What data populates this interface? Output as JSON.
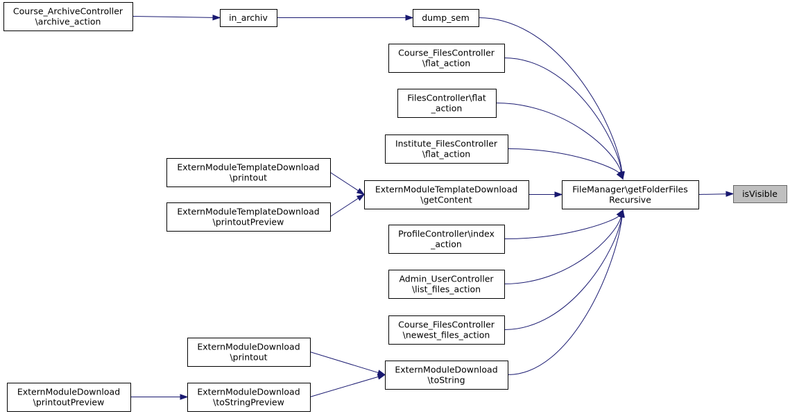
{
  "nodes": {
    "course_archive": [
      "Course_ArchiveController",
      "\\archive_action"
    ],
    "in_archiv": [
      "in_archiv"
    ],
    "dump_sem": [
      "dump_sem"
    ],
    "course_files_flat": [
      "Course_FilesController",
      "\\flat_action"
    ],
    "files_flat": [
      "FilesController\\flat",
      "_action"
    ],
    "institute_flat": [
      "Institute_FilesController",
      "\\flat_action"
    ],
    "emt_printout": [
      "ExternModuleTemplateDownload",
      "\\printout"
    ],
    "emt_getcontent": [
      "ExternModuleTemplateDownload",
      "\\getContent"
    ],
    "emt_printoutpreview": [
      "ExternModuleTemplateDownload",
      "\\printoutPreview"
    ],
    "fm_getfolder": [
      "FileManager\\getFolderFiles",
      "Recursive"
    ],
    "isvisible": [
      "isVisible"
    ],
    "profile_index": [
      "ProfileController\\index",
      "_action"
    ],
    "admin_list": [
      "Admin_UserController",
      "\\list_files_action"
    ],
    "course_files_newest": [
      "Course_FilesController",
      "\\newest_files_action"
    ],
    "emd_printout": [
      "ExternModuleDownload",
      "\\printout"
    ],
    "emd_tostring": [
      "ExternModuleDownload",
      "\\toString"
    ],
    "emd_printoutpreview": [
      "ExternModuleDownload",
      "\\printoutPreview"
    ],
    "emd_tostringpreview": [
      "ExternModuleDownload",
      "\\toStringPreview"
    ]
  },
  "edges": [
    [
      "course_archive",
      "in_archiv"
    ],
    [
      "in_archiv",
      "dump_sem"
    ],
    [
      "dump_sem",
      "fm_getfolder"
    ],
    [
      "course_files_flat",
      "fm_getfolder"
    ],
    [
      "files_flat",
      "fm_getfolder"
    ],
    [
      "institute_flat",
      "fm_getfolder"
    ],
    [
      "emt_getcontent",
      "fm_getfolder"
    ],
    [
      "profile_index",
      "fm_getfolder"
    ],
    [
      "admin_list",
      "fm_getfolder"
    ],
    [
      "course_files_newest",
      "fm_getfolder"
    ],
    [
      "emd_tostring",
      "fm_getfolder"
    ],
    [
      "emt_printout",
      "emt_getcontent"
    ],
    [
      "emt_printoutpreview",
      "emt_getcontent"
    ],
    [
      "emd_printout",
      "emd_tostring"
    ],
    [
      "emd_tostringpreview",
      "emd_tostring"
    ],
    [
      "emd_printoutpreview",
      "emd_tostringpreview"
    ],
    [
      "fm_getfolder",
      "isvisible"
    ]
  ],
  "highlight_node": "isvisible",
  "colors": {
    "edge": "#191970",
    "node_border": "#000000",
    "highlight_fill": "#bfbfbf",
    "highlight_border": "#666666"
  }
}
